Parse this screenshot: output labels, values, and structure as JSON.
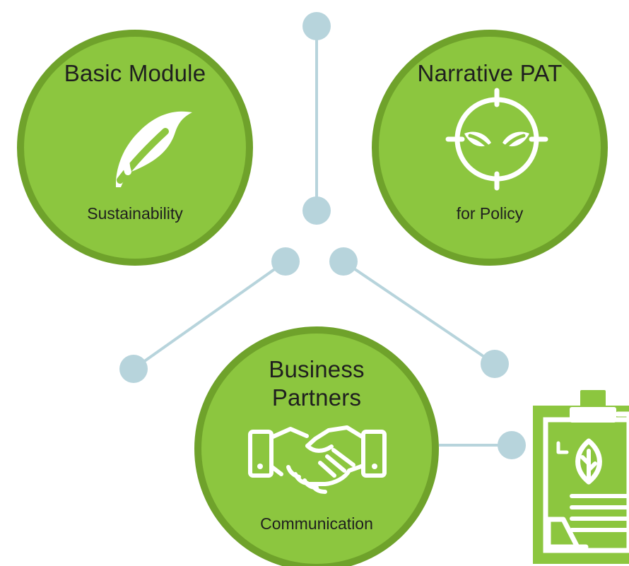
{
  "diagram": {
    "nodes": [
      {
        "title": "Basic Module",
        "subtitle": "Sustainability",
        "icon": "leaf-icon"
      },
      {
        "title": "Narrative PAT",
        "subtitle": "for Policy",
        "icon": "target-leaf-icon"
      },
      {
        "title": "Business\nPartners",
        "subtitle": "Communication",
        "icon": "handshake-icon"
      }
    ],
    "side_icon": "clipboard-leaf-icon",
    "colors": {
      "circle_fill": "#8cc63f",
      "circle_ring": "#6fa22b",
      "connector": "#b7d4dc",
      "text": "#1f1f1f",
      "icon_fill": "#ffffff"
    }
  }
}
